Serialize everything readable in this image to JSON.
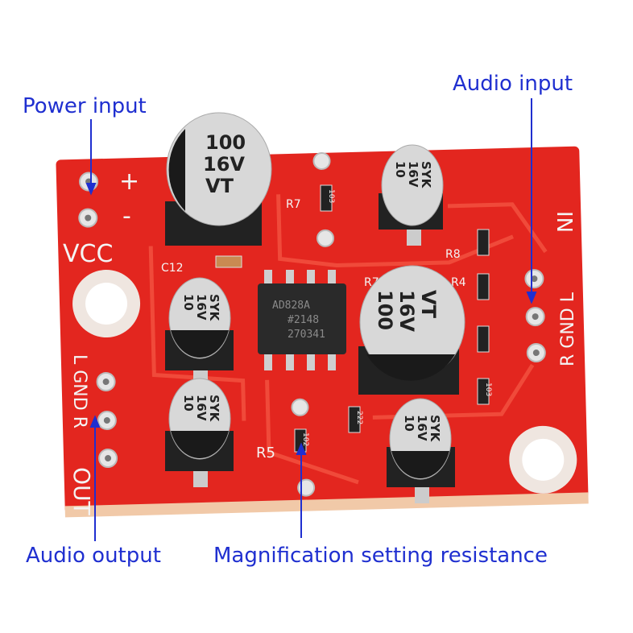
{
  "annotations": {
    "power_input": "Power input",
    "audio_input": "Audio input",
    "audio_output": "Audio output",
    "magnification": "Magnification setting resistance"
  },
  "silkscreen": {
    "plus": "+",
    "minus": "-",
    "vcc": "VCC",
    "c12": "C12",
    "r7_top": "R7",
    "r7_mid": "R7",
    "r8": "R8",
    "r4": "R4",
    "r5": "R5",
    "in": "IN",
    "in_pins": "R GND L",
    "out_pins": "L GND R",
    "out": "OUT"
  },
  "capacitors": {
    "large": [
      "100",
      "16V",
      "VT"
    ],
    "small": [
      "10",
      "16V",
      "SYK"
    ]
  },
  "chip": {
    "part": "AD828A",
    "lot": "#2148",
    "code": "270341"
  },
  "resistor_codes": {
    "r7": "103",
    "r5": "102",
    "r_222": "222",
    "r_right": "103"
  },
  "colors": {
    "board": "#e3261f",
    "annotation": "#1f2fd0"
  }
}
